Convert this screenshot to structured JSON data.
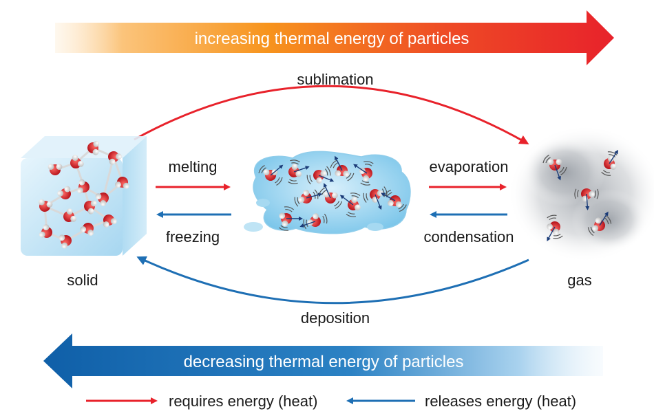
{
  "banners": {
    "top": "increasing thermal energy of particles",
    "bottom": "decreasing thermal energy of particles"
  },
  "states": {
    "solid": "solid",
    "gas": "gas"
  },
  "processes": {
    "sublimation": "sublimation",
    "deposition": "deposition",
    "melting": "melting",
    "freezing": "freezing",
    "evaporation": "evaporation",
    "condensation": "condensation"
  },
  "legend": {
    "requires": "requires energy (heat)",
    "releases": "releases energy (heat)"
  },
  "colors": {
    "red_arrow": "#e8222b",
    "blue_arrow": "#1e6fb4",
    "orange": "#f7941d",
    "ice": "#bfe4f6",
    "water": "#8fd0ef",
    "gas_cloud": "#9a9fa6",
    "oxygen": "#d2191f",
    "hydrogen": "#f2f2f2"
  }
}
